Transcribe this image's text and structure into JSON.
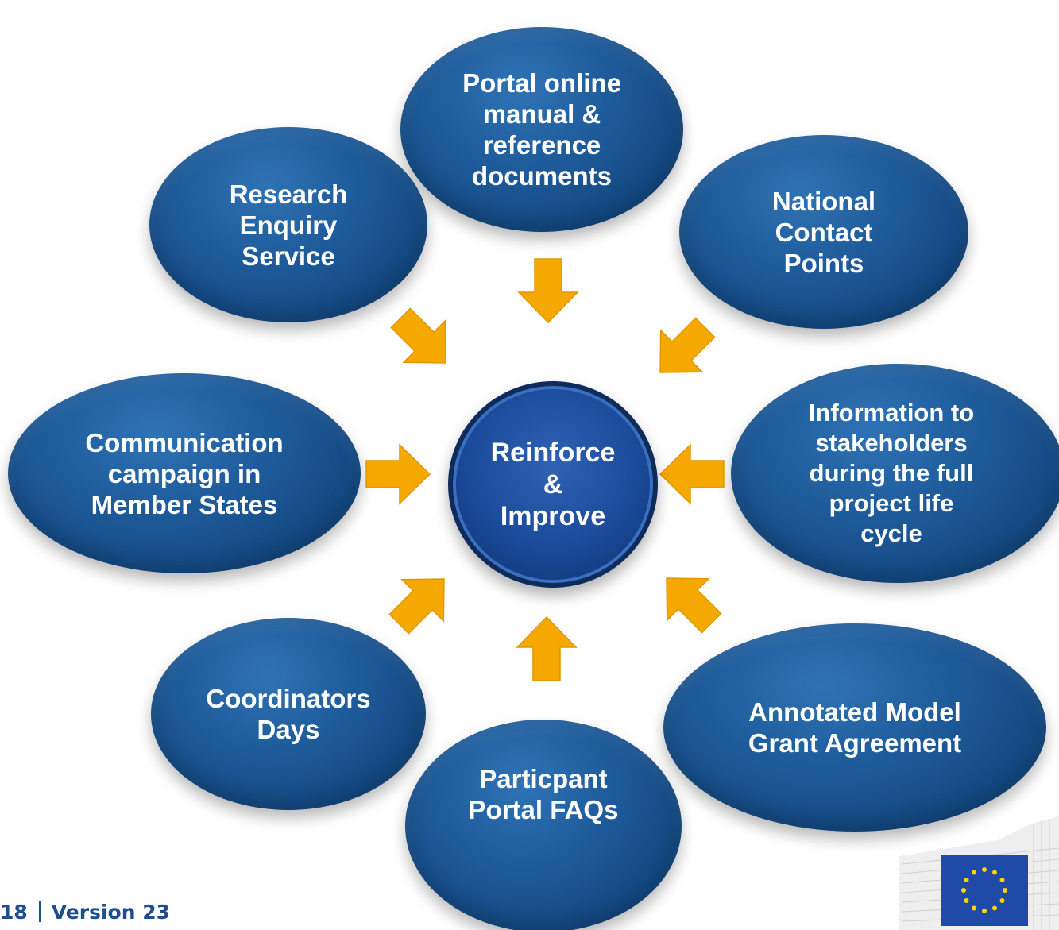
{
  "diagram": {
    "center": {
      "text": "Reinforce\n&\nImprove"
    },
    "bubbles": {
      "portal_manual": "Portal online\nmanual &\nreference\ndocuments",
      "research_enquiry": "Research\nEnquiry\nService",
      "national_contact": "National\nContact\nPoints",
      "communication": "Communication\ncampaign in\nMember States",
      "stakeholders": "Information to\nstakeholders\nduring the full\nproject life\ncycle",
      "coordinators": "Coordinators\nDays",
      "annotated_mga": "Annotated Model\nGrant Agreement",
      "participant_faqs": "Particpant\nPortal FAQs"
    },
    "colors": {
      "bubble": "#1f5c9c",
      "arrow": "#f5a800",
      "center": "#1b4a9a"
    }
  },
  "footer": {
    "page_number": "18",
    "version": "Version 23"
  },
  "logo": {
    "icon": "eu-flag-icon"
  }
}
